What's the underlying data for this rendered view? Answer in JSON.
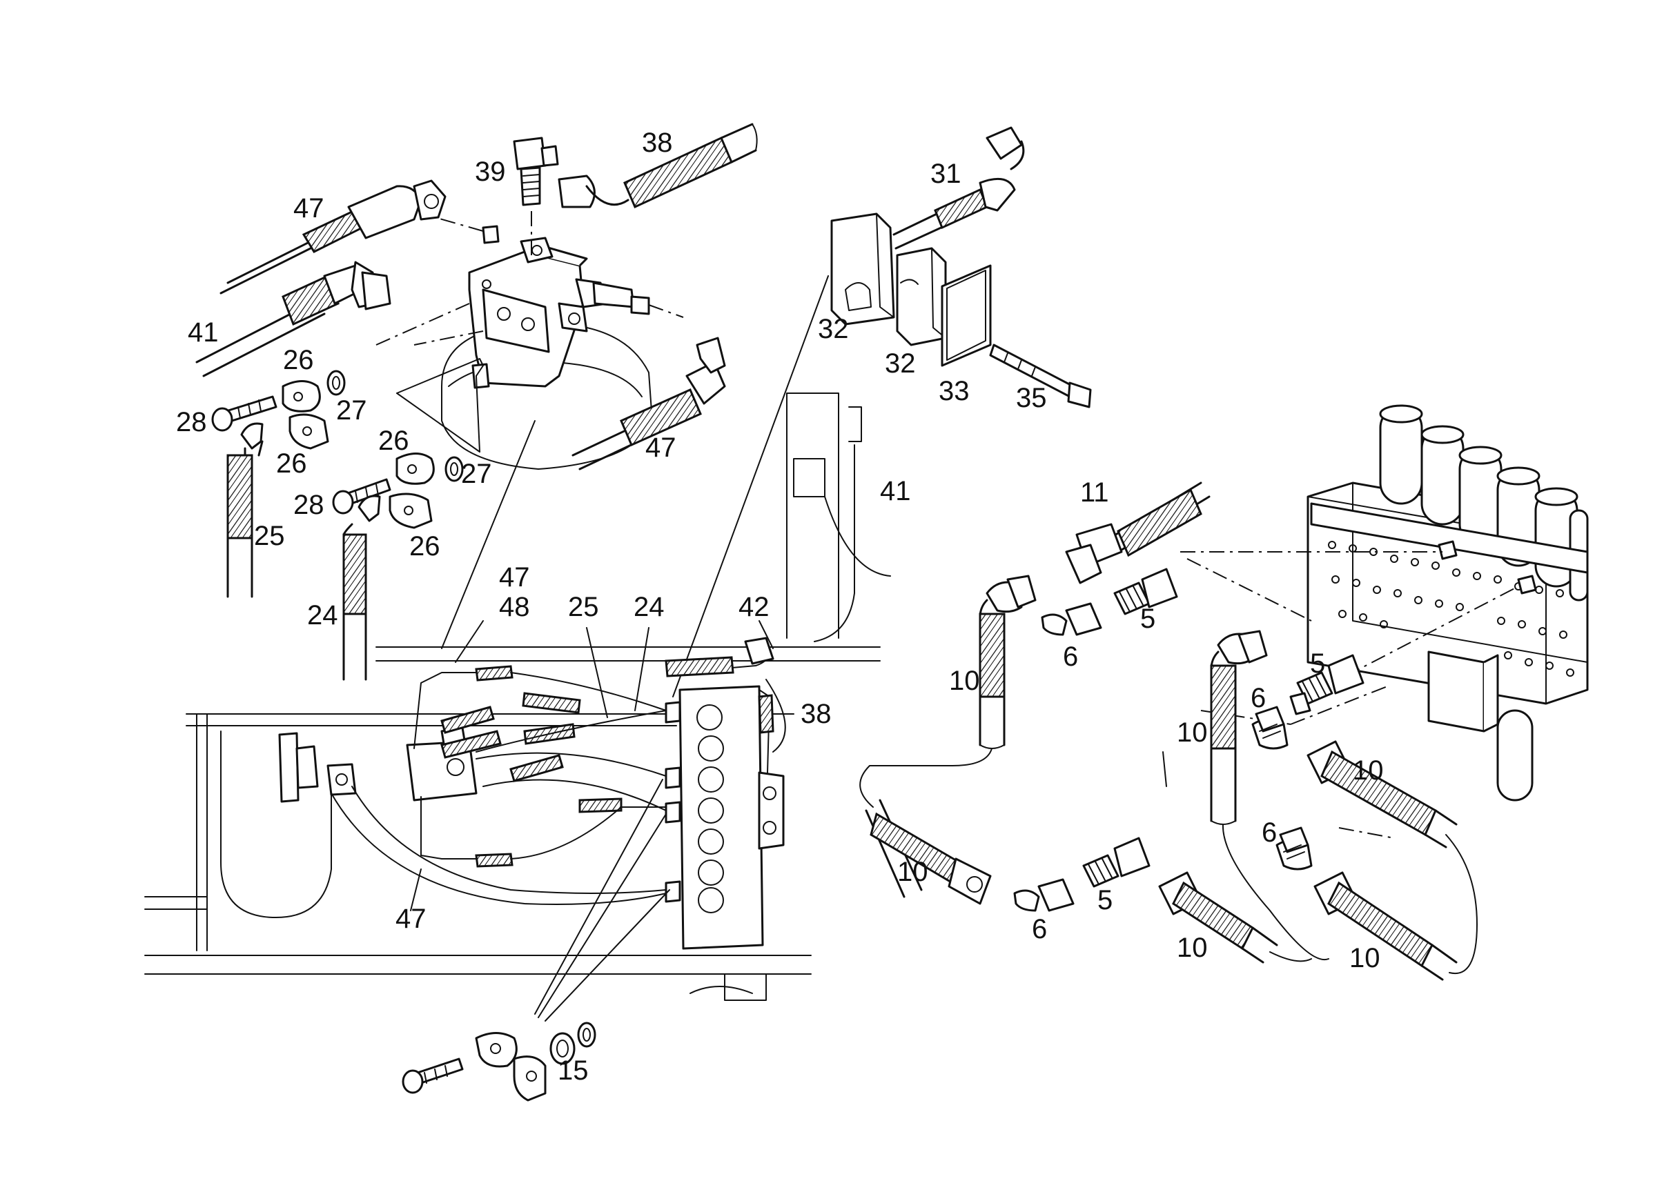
{
  "labels": [
    {
      "id": "l38a",
      "text": "38"
    },
    {
      "id": "l39",
      "text": "39"
    },
    {
      "id": "l47a",
      "text": "47"
    },
    {
      "id": "l41a",
      "text": "41"
    },
    {
      "id": "l26a",
      "text": "26"
    },
    {
      "id": "l27a",
      "text": "27"
    },
    {
      "id": "l28a",
      "text": "28"
    },
    {
      "id": "l26b",
      "text": "26"
    },
    {
      "id": "l25a",
      "text": "25"
    },
    {
      "id": "l26c",
      "text": "26"
    },
    {
      "id": "l27b",
      "text": "27"
    },
    {
      "id": "l28b",
      "text": "28"
    },
    {
      "id": "l26d",
      "text": "26"
    },
    {
      "id": "l24a",
      "text": "24"
    },
    {
      "id": "l47b",
      "text": "47"
    },
    {
      "id": "l31",
      "text": "31"
    },
    {
      "id": "l32a",
      "text": "32"
    },
    {
      "id": "l32b",
      "text": "32"
    },
    {
      "id": "l33",
      "text": "33"
    },
    {
      "id": "l35",
      "text": "35"
    },
    {
      "id": "l41b",
      "text": "41"
    },
    {
      "id": "l47c",
      "text": "47"
    },
    {
      "id": "l48",
      "text": "48"
    },
    {
      "id": "l25b",
      "text": "25"
    },
    {
      "id": "l24b",
      "text": "24"
    },
    {
      "id": "l42",
      "text": "42"
    },
    {
      "id": "l38b",
      "text": "38"
    },
    {
      "id": "l47d",
      "text": "47"
    },
    {
      "id": "l15",
      "text": "15"
    },
    {
      "id": "l11",
      "text": "11"
    },
    {
      "id": "l10a",
      "text": "10"
    },
    {
      "id": "l6a",
      "text": "6"
    },
    {
      "id": "l5a",
      "text": "5"
    },
    {
      "id": "l5b",
      "text": "5"
    },
    {
      "id": "l6b",
      "text": "6"
    },
    {
      "id": "l10b",
      "text": "10"
    },
    {
      "id": "l10c",
      "text": "10"
    },
    {
      "id": "l6c",
      "text": "6"
    },
    {
      "id": "l10d",
      "text": "10"
    },
    {
      "id": "l5c",
      "text": "5"
    },
    {
      "id": "l6d",
      "text": "6"
    },
    {
      "id": "l10e",
      "text": "10"
    },
    {
      "id": "l10f",
      "text": "10"
    }
  ]
}
